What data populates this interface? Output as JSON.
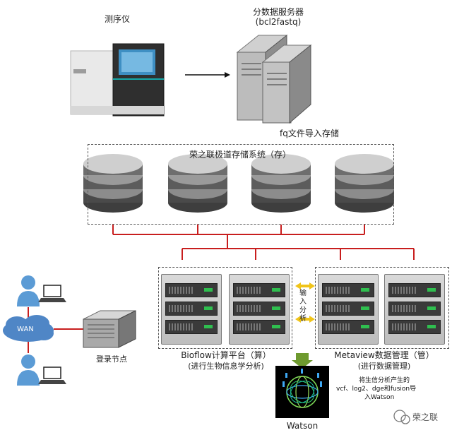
{
  "labels": {
    "sequencer": "测序仪",
    "server_title": "分数据服务器",
    "server_sub": "(bcl2fastq)",
    "fq_store": "fq文件导入存储",
    "storage_title": "荣之联极道存储系统（存）",
    "wan": "WAN",
    "login_node": "登录节点",
    "input_analysis": "输入分析",
    "bioflow_title": "Bioflow计算平台（算）",
    "bioflow_sub": "(进行生物信息学分析)",
    "metaview_title": "Metaview数据管理（管）",
    "metaview_sub": "(进行数据管理)",
    "watson_note_1": "将生信分析产生的",
    "watson_note_2": "vcf、log2、dge和fusion导",
    "watson_note_3": "入Watson",
    "watson": "Watson",
    "brand": "荣之联"
  },
  "colors": {
    "link_red": "#c81e1e",
    "arrow_yellow": "#f0c419",
    "watson_arrow": "#6e9a2f",
    "disk_dark": "#5a5a5a"
  }
}
